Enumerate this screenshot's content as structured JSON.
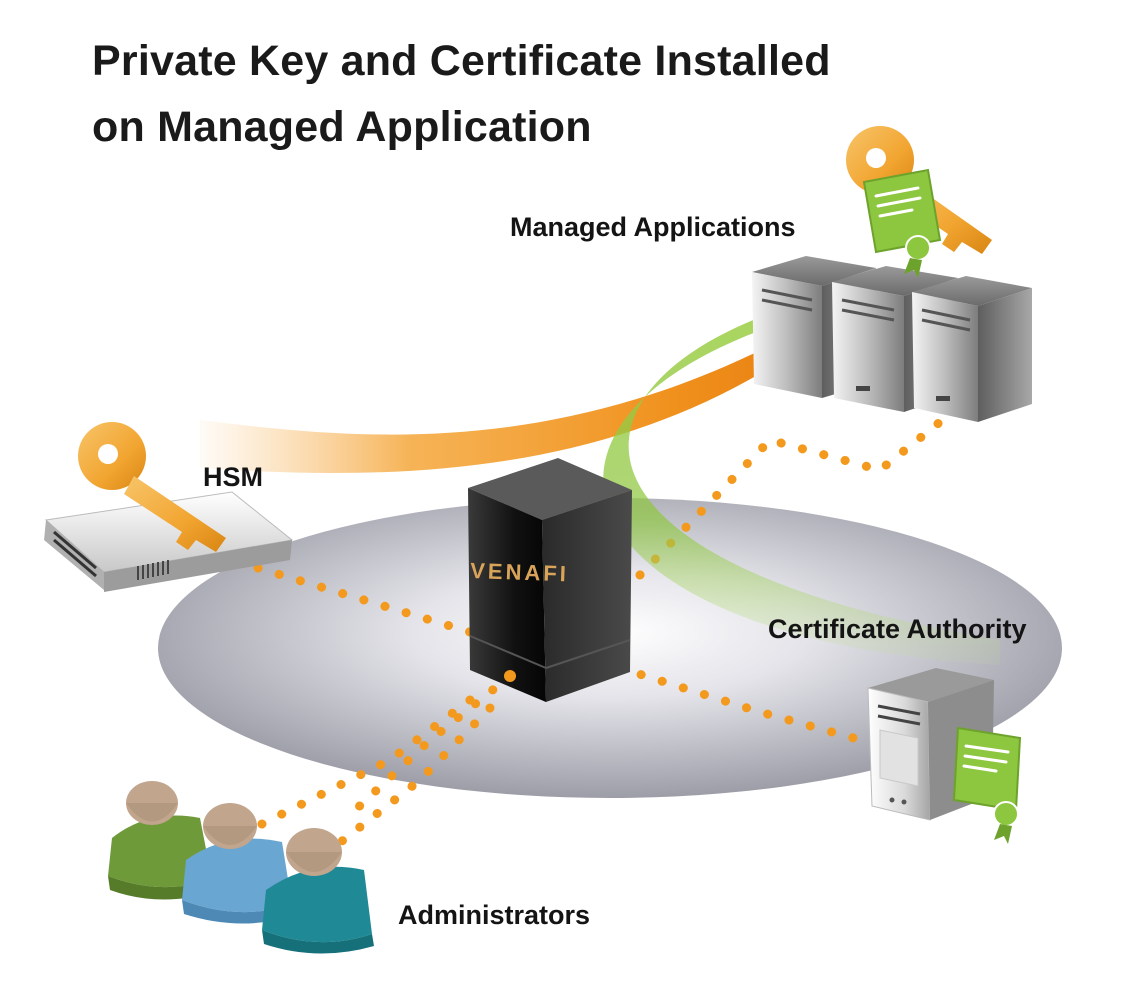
{
  "title": {
    "line1": "Private Key and Certificate Installed",
    "line2": "on Managed Application"
  },
  "labels": {
    "managed_applications": "Managed Applications",
    "hsm": "HSM",
    "certificate_authority": "Certificate Authority",
    "administrators": "Administrators"
  },
  "appliance": {
    "brand": "VENAFI"
  },
  "colors": {
    "accent_orange": "#f39a1e",
    "accent_green": "#8dc63f",
    "key_gold": "#f2a531",
    "platform_gray": "#9a9aa6",
    "admin_green": "#6f9a3a",
    "admin_blue": "#6aa6d2",
    "admin_teal": "#1f8a96",
    "admin_head": "#c1a58d"
  }
}
